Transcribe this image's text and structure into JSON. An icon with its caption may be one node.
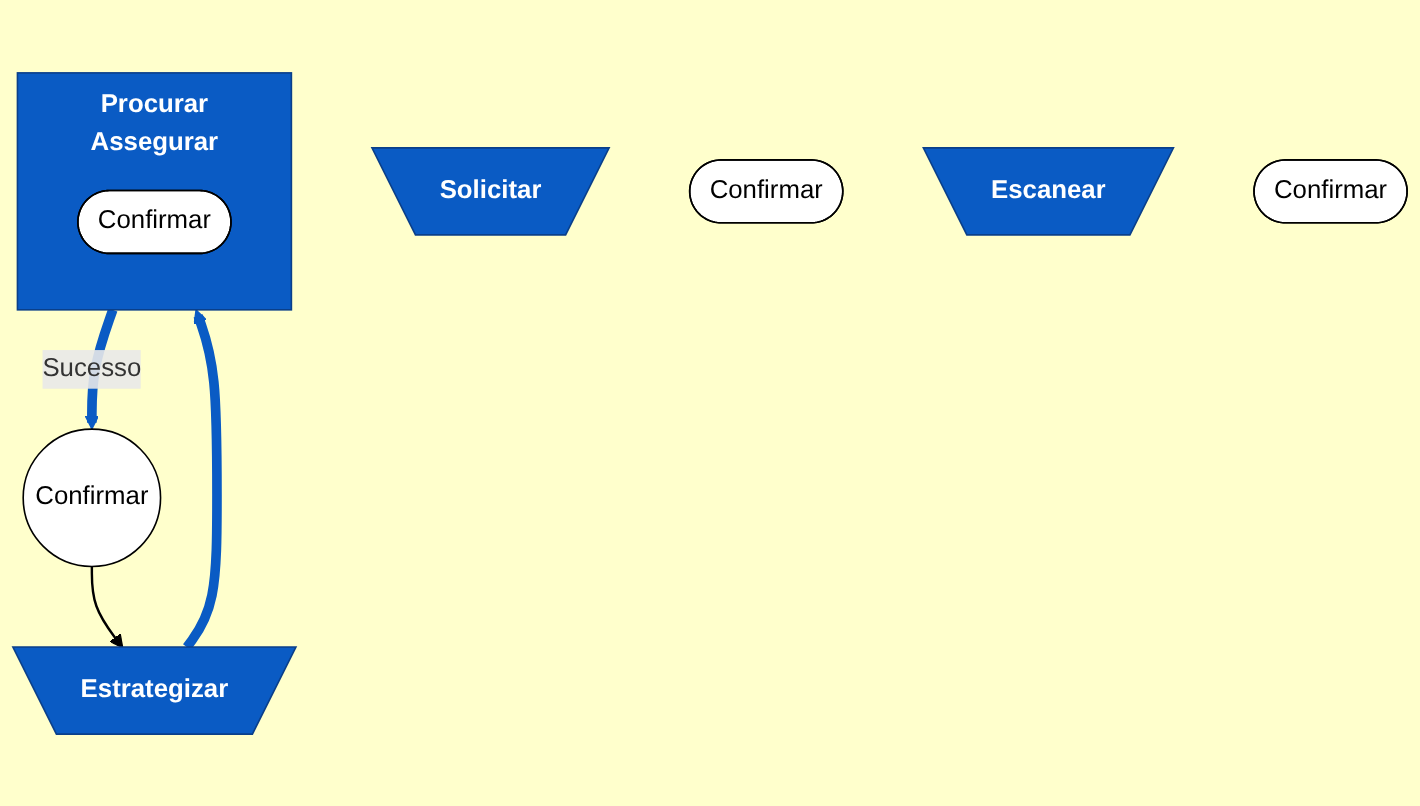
{
  "diagram": {
    "nodes": [
      {
        "text": [
          "Solicitar"
        ]
      },
      {
        "text": [
          "Confirmar"
        ]
      },
      {
        "text": [
          "Escanear"
        ]
      },
      {
        "text": [
          "Confirmar"
        ]
      },
      {
        "text": [
          "Estrategizar"
        ]
      },
      {
        "text": [
          "Procurar",
          "Assegurar"
        ]
      },
      {
        "text": [
          "Confirmar"
        ],
        "in": 5
      },
      {
        "text": [
          "Confirmar"
        ]
      }
    ],
    "edges": [
      {
        "from": 4,
        "to": 5,
        "arrow": "to"
      },
      {
        "from": 5,
        "to": 7,
        "label": "Sucesso",
        "arrow": "to"
      },
      {
        "from": 7,
        "to": 4,
        "arrow": "to",
        "color": "#000000"
      }
    ]
  }
}
